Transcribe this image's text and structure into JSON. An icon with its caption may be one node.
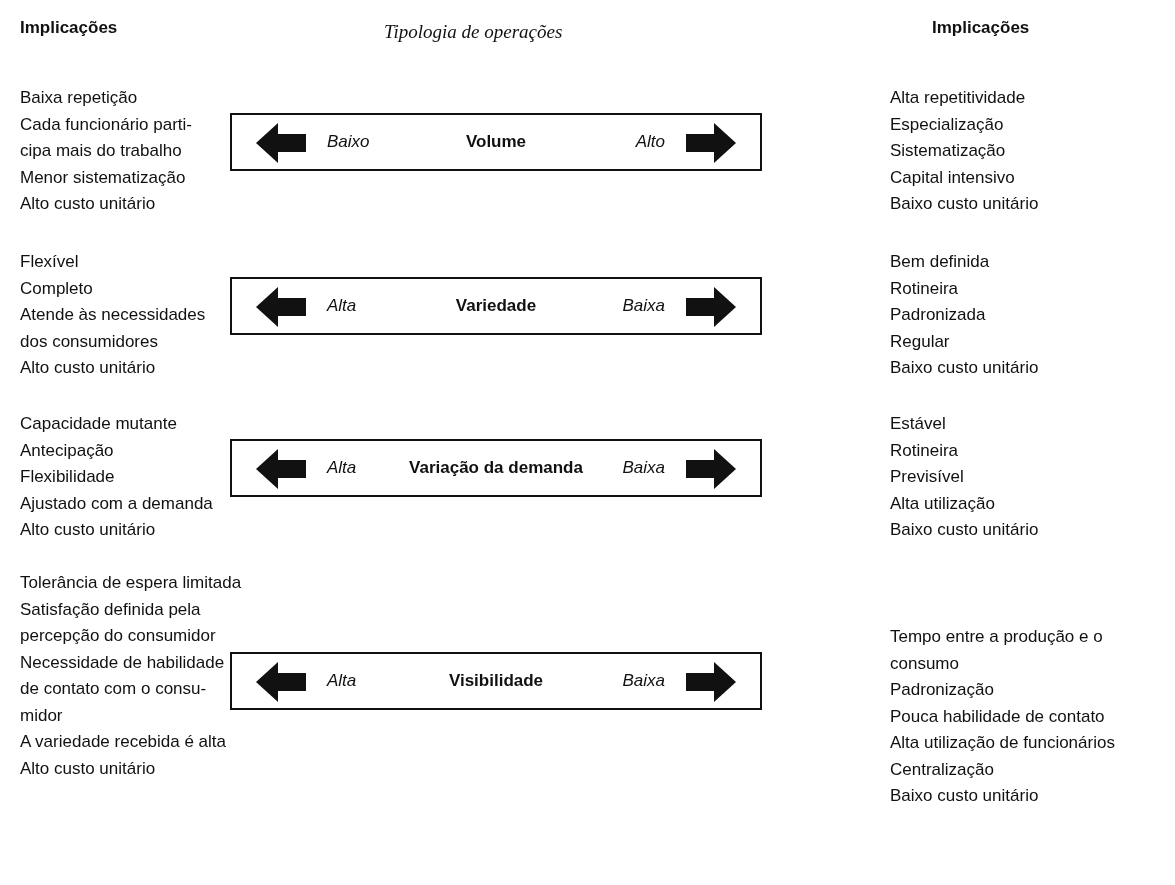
{
  "diagram": {
    "title": "Tipologia de operações",
    "nodes": [
      {
        "text": [
          "Baixo",
          "Volume",
          "Alto"
        ]
      },
      {
        "text": [
          "Alta",
          "Variedade",
          "Baixa"
        ]
      },
      {
        "text": [
          "Alta",
          "Variação da demanda",
          "Baixa"
        ]
      },
      {
        "text": [
          "Alta",
          "Visibilidade",
          "Baixa"
        ]
      }
    ],
    "labels": [
      "Implicações",
      "Implicações",
      "Baixa repetição",
      "Cada funcionário parti-",
      "cipa mais do trabalho",
      "Menor sistematização",
      "Alto custo unitário",
      "Alta repetitividade",
      "Especialização",
      "Sistematização",
      "Capital intensivo",
      "Baixo custo unitário",
      "Flexível",
      "Completo",
      "Atende às necessidades",
      "dos consumidores",
      "Alto custo unitário",
      "Bem definida",
      "Rotineira",
      "Padronizada",
      "Regular",
      "Baixo custo unitário",
      "Capacidade mutante",
      "Antecipação",
      "Flexibilidade",
      "Ajustado com a demanda",
      "Alto custo unitário",
      "Estável",
      "Rotineira",
      "Previsível",
      "Alta utilização",
      "Baixo custo unitário",
      "Tolerância de espera limitada",
      "Satisfação definida pela",
      "percepção do consumidor",
      "Necessidade de habilidade",
      "de contato com o consu-",
      "midor",
      "A variedade recebida é alta",
      "Alto custo unitário",
      "Tempo entre a produção e o",
      "consumo",
      "Padronização",
      "Pouca habilidade de contato",
      "Alta utilização de funcionários",
      "Centralização",
      "Baixo custo unitário"
    ]
  }
}
